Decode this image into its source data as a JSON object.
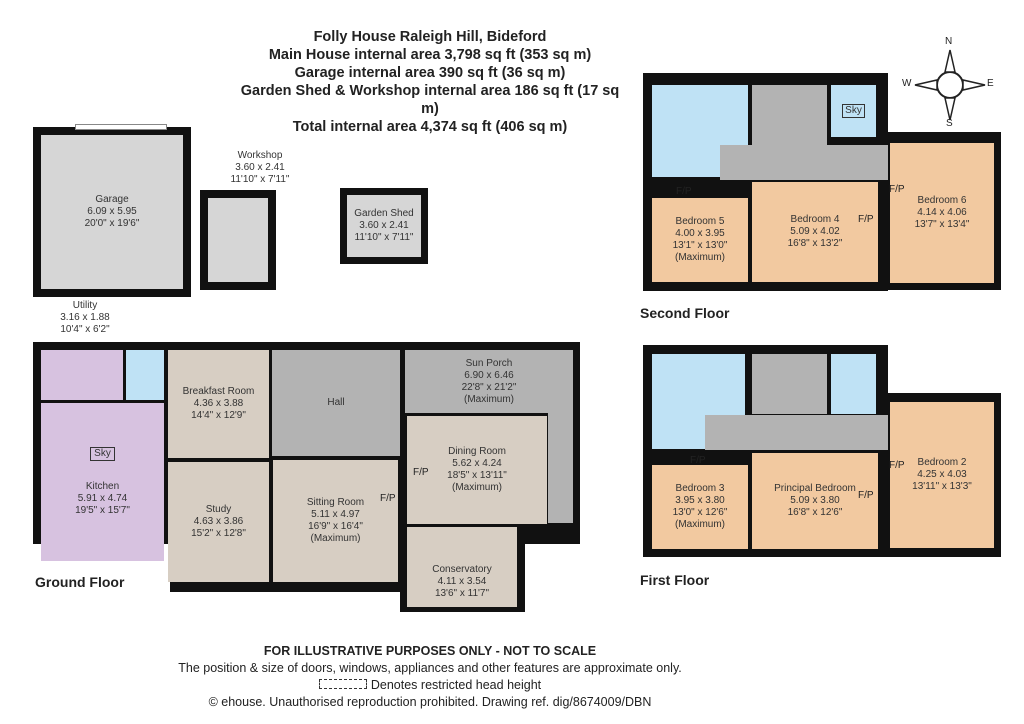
{
  "header": {
    "lines": [
      "Folly House Raleigh Hill, Bideford",
      "Main House internal area 3,798 sq ft (353 sq m)",
      "Garage internal area 390 sq ft (36 sq m)",
      "Garden Shed & Workshop internal area 186 sq ft (17 sq m)",
      "Total internal area 4,374 sq ft (406 sq m)"
    ]
  },
  "compass": {
    "n": "N",
    "s": "S",
    "e": "E",
    "w": "W"
  },
  "outbuildings": {
    "garage": [
      "Garage",
      "6.09 x 5.95",
      "20'0\" x 19'6\""
    ],
    "workshop": [
      "Workshop",
      "3.60 x 2.41",
      "11'10\" x 7'11\""
    ],
    "shed": [
      "Garden Shed",
      "3.60 x 2.41",
      "11'10\" x 7'11\""
    ]
  },
  "ground_floor": {
    "label": "Ground Floor",
    "utility": [
      "Utility",
      "3.16 x 1.88",
      "10'4\" x 6'2\""
    ],
    "kitchen": [
      "Kitchen",
      "5.91 x 4.74",
      "19'5\" x 15'7\""
    ],
    "sky": "Sky",
    "breakfast": [
      "Breakfast Room",
      "4.36 x 3.88",
      "14'4\" x 12'9\""
    ],
    "study": [
      "Study",
      "4.63 x 3.86",
      "15'2\" x 12'8\""
    ],
    "hall": [
      "Hall"
    ],
    "sitting": [
      "Sitting Room",
      "5.11 x 4.97",
      "16'9\" x 16'4\"",
      "(Maximum)"
    ],
    "sun_porch": [
      "Sun Porch",
      "6.90 x 6.46",
      "22'8\" x 21'2\"",
      "(Maximum)"
    ],
    "dining": [
      "Dining Room",
      "5.62 x 4.24",
      "18'5\" x 13'11\"",
      "(Maximum)"
    ],
    "conservatory": [
      "Conservatory",
      "4.11 x 3.54",
      "13'6\" x 11'7\""
    ],
    "fp": "F/P"
  },
  "second_floor": {
    "label": "Second Floor",
    "bed5": [
      "Bedroom 5",
      "4.00 x 3.95",
      "13'1\" x 13'0\"",
      "(Maximum)"
    ],
    "bed4": [
      "Bedroom 4",
      "5.09 x 4.02",
      "16'8\" x 13'2\""
    ],
    "bed6": [
      "Bedroom 6",
      "4.14 x 4.06",
      "13'7\" x 13'4\""
    ],
    "sky": "Sky",
    "fp": "F/P"
  },
  "first_floor": {
    "label": "First Floor",
    "bed3": [
      "Bedroom 3",
      "3.95 x 3.80",
      "13'0\" x 12'6\"",
      "(Maximum)"
    ],
    "principal": [
      "Principal Bedroom",
      "5.09 x 3.80",
      "16'8\" x 12'6\""
    ],
    "bed2": [
      "Bedroom 2",
      "4.25 x 4.03",
      "13'11\" x 13'3\""
    ],
    "fp": "F/P"
  },
  "footer": {
    "line1": "FOR ILLUSTRATIVE PURPOSES ONLY - NOT TO SCALE",
    "line2": "The position & size of doors, windows, appliances and other features are approximate only.",
    "line3": "Denotes restricted head height",
    "line4": "© ehouse. Unauthorised reproduction prohibited. Drawing ref. dig/8674009/DBN"
  }
}
